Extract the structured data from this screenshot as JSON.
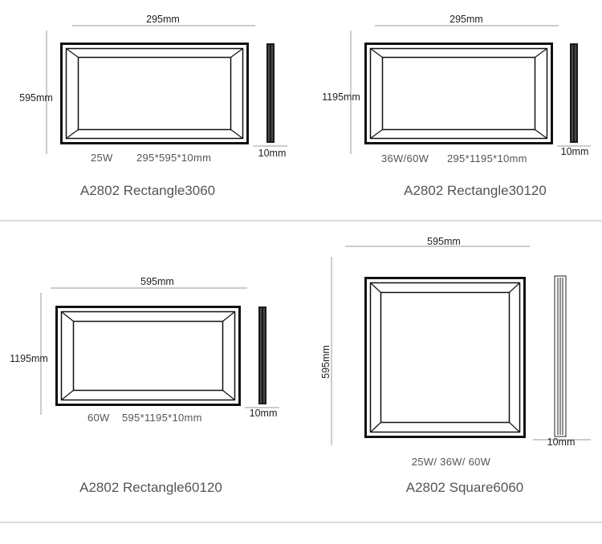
{
  "panels": [
    {
      "model": "A2802 Rectangle3060",
      "width_label": "295mm",
      "height_label": "595mm",
      "depth_label": "10mm",
      "power": "25W",
      "size": "295*595*10mm"
    },
    {
      "model": "A2802 Rectangle30120",
      "width_label": "295mm",
      "height_label": "1195mm",
      "depth_label": "10mm",
      "power": "36W/60W",
      "size": "295*1195*10mm"
    },
    {
      "model": "A2802 Rectangle60120",
      "width_label": "595mm",
      "height_label": "1195mm",
      "depth_label": "10mm",
      "power": "60W",
      "size": "595*1195*10mm"
    },
    {
      "model": "A2802 Square6060",
      "width_label": "595mm",
      "height_label": "595mm",
      "depth_label": "10mm",
      "power": "25W/ 36W/ 60W",
      "size": ""
    }
  ]
}
